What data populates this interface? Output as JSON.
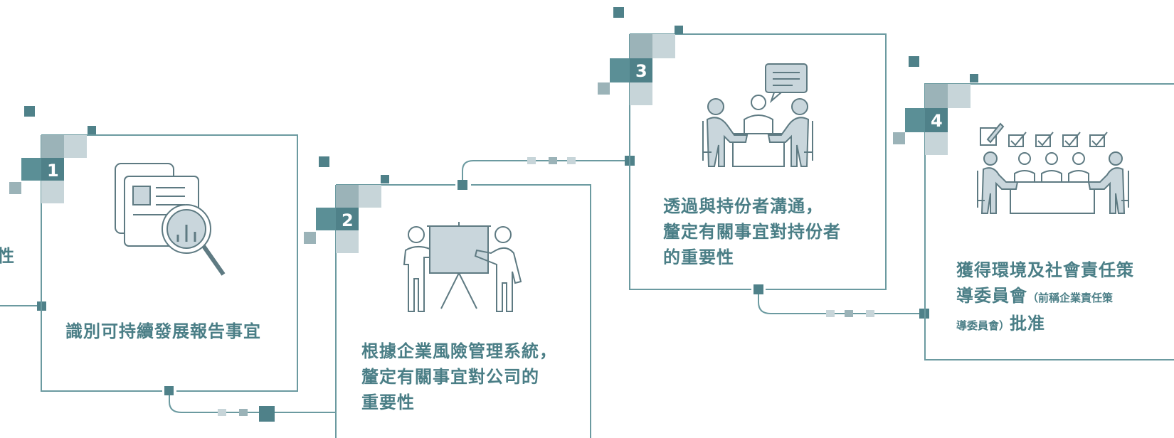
{
  "colors": {
    "teal": "#5b8f96",
    "dark_teal": "#4f8189",
    "line": "#6b9aa0",
    "light": "#c7d5d9",
    "mid": "#9bb3b8",
    "text": "#4a7e86",
    "icon_fill": "#c9d6dc",
    "icon_stroke": "#5e7a82"
  },
  "left_edge_fragment": "性",
  "steps": [
    {
      "number": "1",
      "icon": "report-search-icon",
      "text": "識別可持續發展報告事宜"
    },
    {
      "number": "2",
      "icon": "presentation-icon",
      "lines": [
        "根據企業風險管理系統，",
        "釐定有關事宜對公司的",
        "重要性"
      ]
    },
    {
      "number": "3",
      "icon": "meeting-chat-icon",
      "lines": [
        "透過與持份者溝通，",
        "釐定有關事宜對持份者",
        "的重要性"
      ]
    },
    {
      "number": "4",
      "icon": "committee-approval-icon",
      "line1": "獲得環境及社會責任策",
      "line2_main": "導委員會",
      "line2_note": "（前稱企業責任策",
      "line3_note": "導委員會）",
      "line3_main": "批准"
    }
  ]
}
